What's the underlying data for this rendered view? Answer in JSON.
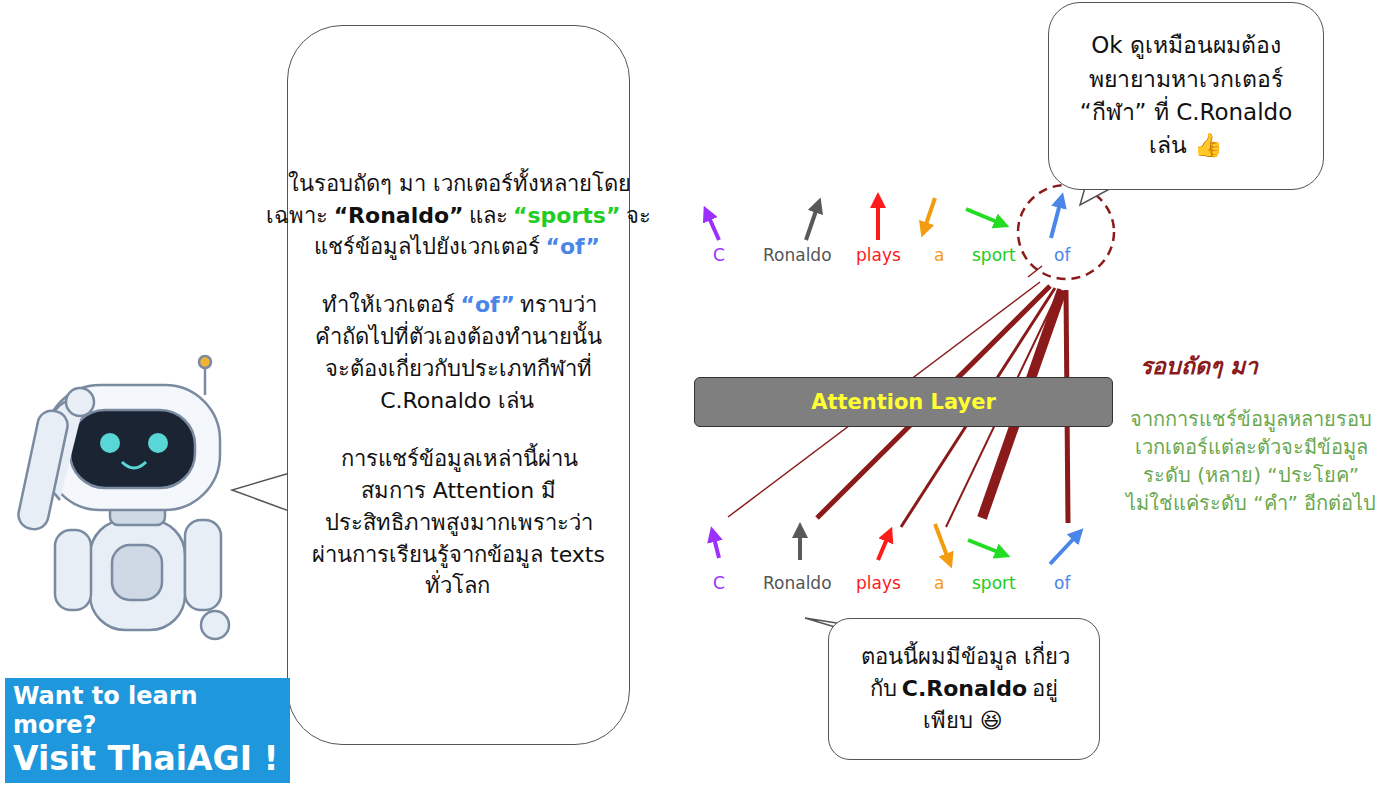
{
  "diagram": {
    "nodes": [
      {
        "text": [
          "ในรอบถัดๆ มา เวกเตอร์ทั้งหลายโดยเฉพาะ",
          "“Ronaldo”",
          "และ",
          "“sports”",
          "จะแชร์ข้อมูลไปยังเวกเตอร์",
          "“of”",
          "ทำให้เวกเตอร์",
          "“of”",
          "ทราบว่าคำถัดไปที่ตัวเองต้องทำนายนั้นจะต้องเกี่ยวกับประเภทกีฬาที่ C.Ronaldo เล่น",
          "การแชร์ข้อมูลเหล่านี้ผ่านสมการ Attention มีประสิทธิภาพสูงมากเพราะว่าผ่านการเรียนรู้จากข้อมูล texts ทั่วโลก"
        ]
      },
      {
        "text": [
          "Want to learn more?",
          "Visit ThaiAGI !"
        ]
      },
      {
        "text": [
          "Ok ดูเหมือนผมต้องพยายามหาเวกเตอร์ “กีฬา” ที่ C.Ronaldo เล่น 👍"
        ]
      },
      {
        "text": [
          "Attention Layer"
        ]
      },
      {
        "text": [
          "ตอนนี้ผมมีข้อมูล เกี่ยวกับ",
          "C.Ronaldo",
          "อยู่เพียบ 😆"
        ]
      }
    ],
    "labels": [
      "C",
      "Ronaldo",
      "plays",
      "a",
      "sport",
      "of",
      "C",
      "Ronaldo",
      "plays",
      "a",
      "sport",
      "of",
      "รอบถัดๆ มา",
      "จากการแชร์ข้อมูลหลายรอบ เวกเตอร์แต่ละตัวจะมีข้อมูลระดับ (หลาย) “ประโยค” ไม่ใช่แค่ระดับ “คำ” อีกต่อไป"
    ]
  }
}
